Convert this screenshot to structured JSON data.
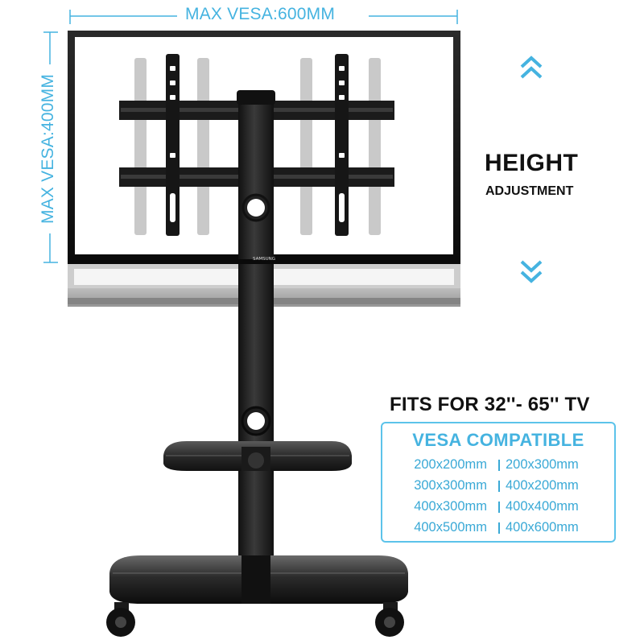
{
  "annotations": {
    "max_width_label": "MAX VESA:600MM",
    "max_height_label": "MAX VESA:400MM"
  },
  "height_adjustment": {
    "title": "HEIGHT",
    "subtitle": "ADJUSTMENT",
    "up_icon": "double-chevron-up-icon",
    "down_icon": "double-chevron-down-icon"
  },
  "fit": {
    "text": "FITS FOR  32''- 65'' TV"
  },
  "vesa_compatible": {
    "title": "VESA COMPATIBLE",
    "rows": [
      [
        "200x200mm",
        "200x300mm"
      ],
      [
        "300x300mm",
        "400x200mm"
      ],
      [
        "400x300mm",
        "400x400mm"
      ],
      [
        "400x500mm",
        "400x600mm"
      ]
    ]
  },
  "tv": {
    "brand": "SAMSUNG"
  },
  "colors": {
    "accent": "#45b3e0",
    "text": "#111111",
    "stand": "#1e1e1e"
  }
}
